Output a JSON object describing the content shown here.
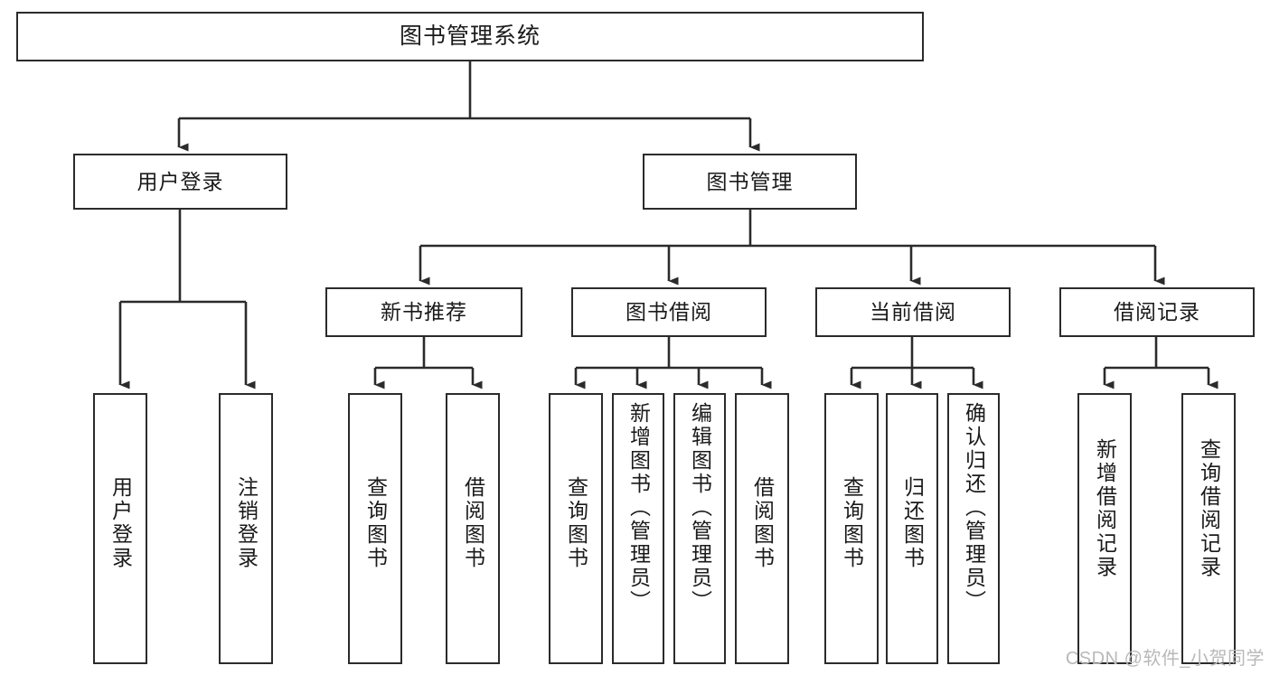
{
  "diagram": {
    "title": "图书管理系统",
    "watermark": "CSDN @软件_小贺同学",
    "stroke_color": "#2b2b2b",
    "text_color": "#1a1a1a",
    "background_color": "#ffffff",
    "watermark_color": "#b9b9b9"
  },
  "nodes": {
    "root": {
      "label": "图书管理系统"
    },
    "level2": [
      {
        "label": "用户登录"
      },
      {
        "label": "图书管理"
      }
    ],
    "level3": [
      {
        "label": "新书推荐"
      },
      {
        "label": "图书借阅"
      },
      {
        "label": "当前借阅"
      },
      {
        "label": "借阅记录"
      }
    ],
    "leaves": {
      "user_login": [
        {
          "label": "用户登录"
        },
        {
          "label": "注销登录"
        }
      ],
      "new_book": [
        {
          "label": "查询图书"
        },
        {
          "label": "借阅图书"
        }
      ],
      "book_borrow": [
        {
          "label": "查询图书"
        },
        {
          "label": "新增图书（管理员）"
        },
        {
          "label": "编辑图书（管理员）"
        },
        {
          "label": "借阅图书"
        }
      ],
      "current_borrow": [
        {
          "label": "查询图书"
        },
        {
          "label": "归还图书"
        },
        {
          "label": "确认归还（管理员）"
        }
      ],
      "borrow_record": [
        {
          "label": "新增借阅记录"
        },
        {
          "label": "查询借阅记录"
        }
      ]
    }
  }
}
